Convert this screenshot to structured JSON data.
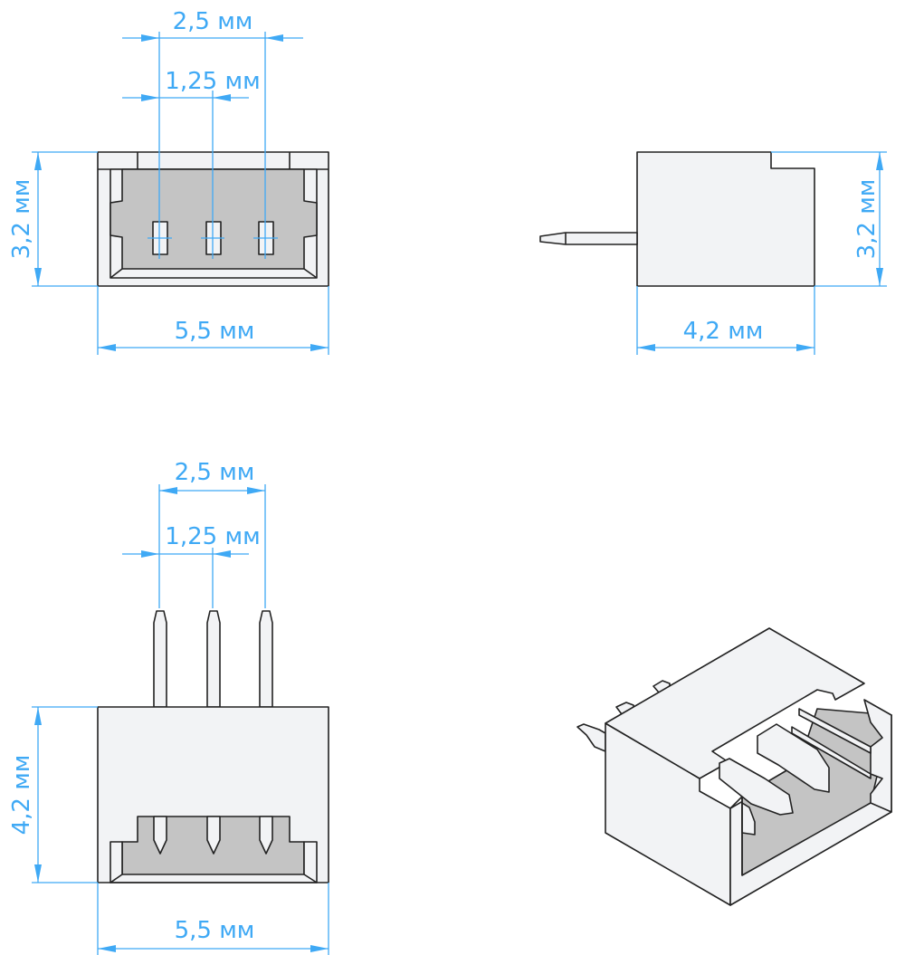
{
  "colors": {
    "dimension": "#3fa9f5",
    "body": "#f2f3f5",
    "cavity": "#c4c4c4",
    "outline": "#222222"
  },
  "front_view": {
    "pitch_label": "2,5 мм",
    "half_pitch_label": "1,25 мм",
    "height_label": "3,2 мм",
    "width_label": "5,5 мм"
  },
  "side_view": {
    "height_label": "3,2 мм",
    "depth_label": "4,2 мм"
  },
  "bottom_view": {
    "pitch_label": "2,5 мм",
    "half_pitch_label": "1,25 мм",
    "depth_label": "4,2 мм",
    "width_label": "5,5 мм"
  }
}
